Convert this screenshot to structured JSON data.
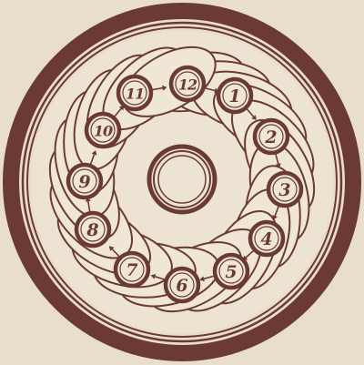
{
  "colors": {
    "background": "#e9decb",
    "ink": "#6b3a33",
    "petal": "#efe6d6",
    "disc": "#ede3d2"
  },
  "nodes": [
    {
      "label": "1"
    },
    {
      "label": "2"
    },
    {
      "label": "3"
    },
    {
      "label": "4"
    },
    {
      "label": "5"
    },
    {
      "label": "6"
    },
    {
      "label": "7"
    },
    {
      "label": "8"
    },
    {
      "label": "9"
    },
    {
      "label": "10"
    },
    {
      "label": "11"
    },
    {
      "label": "12"
    }
  ]
}
